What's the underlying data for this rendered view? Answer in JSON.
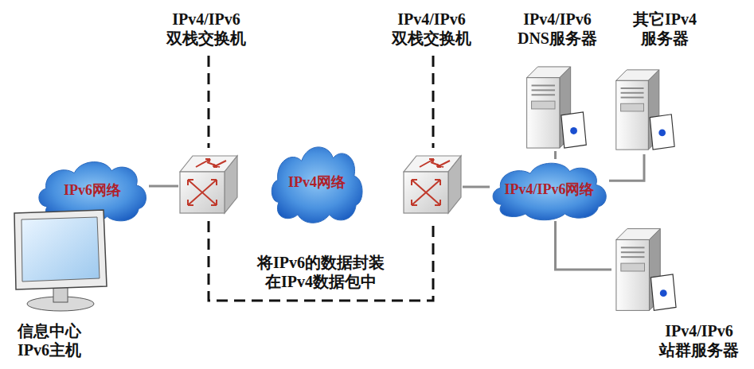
{
  "diagram": {
    "nodes": [
      {
        "text": [
          "IPv4/IPv6 双栈交换机"
        ]
      },
      {
        "text": [
          "IPv4/IPv6 双栈交换机"
        ]
      },
      {
        "text": [
          "IPv4/IPv6 DNS服务器"
        ]
      },
      {
        "text": [
          "其它IPv4 服务器"
        ]
      },
      {
        "text": [
          "IPv6网络"
        ]
      },
      {
        "text": [
          "IPv4网络"
        ]
      },
      {
        "text": [
          "IPv4/IPv6网络"
        ]
      },
      {
        "text": [
          "信息中心 IPv6主机"
        ]
      },
      {
        "text": [
          "IPv4/IPv6 站群服务器"
        ]
      }
    ],
    "edges": [
      {
        "from": 4,
        "to": 0,
        "arrow": "none"
      },
      {
        "from": 1,
        "to": 6,
        "arrow": "none"
      },
      {
        "from": 6,
        "to": 2,
        "arrow": "none"
      },
      {
        "from": 6,
        "to": 3,
        "arrow": "none"
      },
      {
        "from": 6,
        "to": 8,
        "arrow": "none"
      }
    ],
    "labels": [
      "将IPv6的数据封装 在IPv4数据包中"
    ]
  }
}
